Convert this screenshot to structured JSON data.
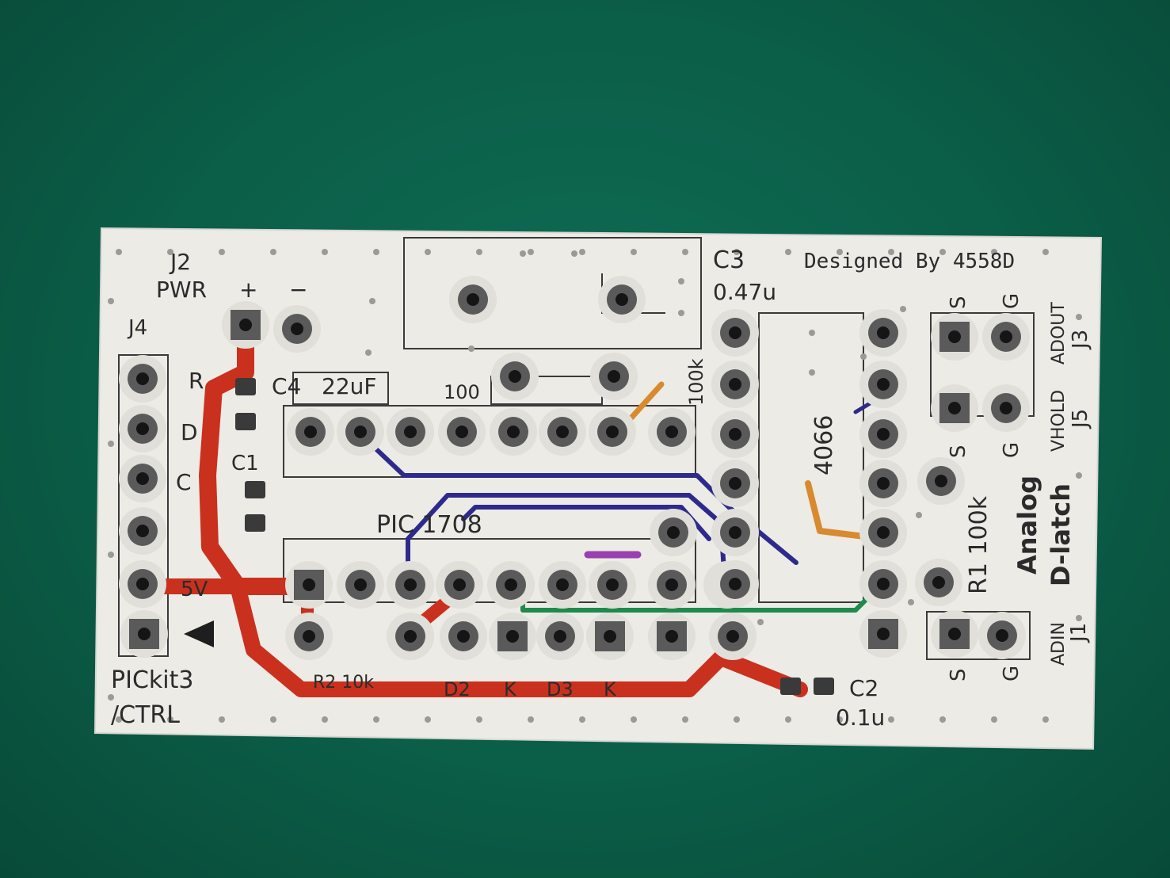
{
  "board": {
    "credit": "Designed By 4558D",
    "title_line1": "Analog",
    "title_line2": "D-latch"
  },
  "connectors": {
    "j2_ref": "J2",
    "j2_name": "PWR",
    "j2_plus": "+",
    "j2_minus": "−",
    "j4_ref": "J4",
    "j4_pin_labels": [
      "R",
      "D",
      "C",
      "",
      "5V"
    ],
    "j4_note_line1": "PICkit3",
    "j4_note_line2": "/CTRL",
    "j3_ref": "J3",
    "j3_name": "ADOUT",
    "j5_ref": "J5",
    "j5_name": "VHOLD",
    "j1_ref": "J1",
    "j1_name": "ADIN",
    "sig_s": "S",
    "sig_g": "G"
  },
  "components": {
    "c1": "C1",
    "c2_ref": "C2",
    "c2_val": "0.1u",
    "c3_ref": "C3",
    "c3_val": "0.47u",
    "c4_ref": "C4",
    "c4_val": "22uF",
    "r1": "R1 100k",
    "r_left_val": "100",
    "r_right_val": "100k",
    "pic_label": "PIC 1708",
    "ic2_label": "4066",
    "r2_label": "R2 10k",
    "d2_label": "D2",
    "d3_label": "D3",
    "k_label": "K"
  },
  "colors": {
    "background": "#0b5e48",
    "board": "#ecebe6",
    "trace_red": "#c9311e",
    "trace_blue": "#2e2a8c",
    "trace_green": "#1e8a4c",
    "trace_orange": "#d88a2e",
    "trace_purple": "#9a3fb0"
  }
}
